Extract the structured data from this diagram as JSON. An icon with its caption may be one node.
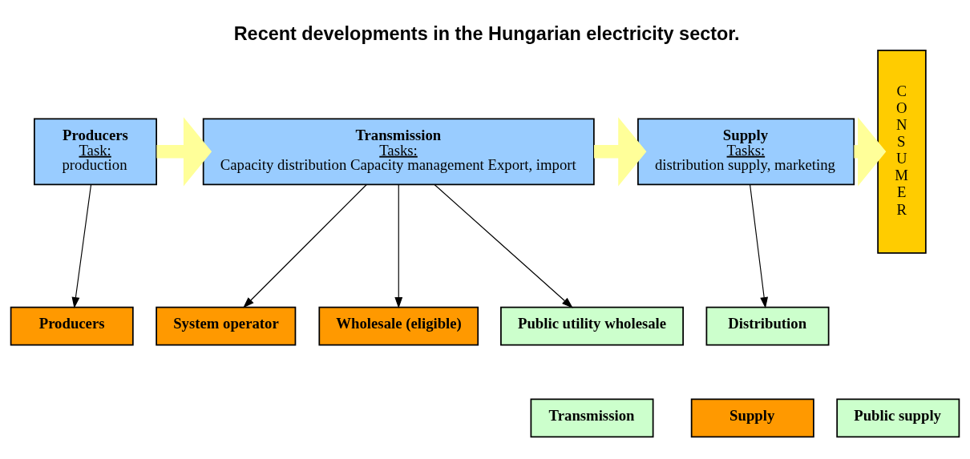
{
  "diagram": {
    "title": "Recent developments in the Hungarian electricity sector.",
    "nodes": [
      {
        "text": [
          "Producers",
          "Task:",
          "production"
        ]
      },
      {
        "text": [
          "Transmission",
          "Tasks:",
          "Capacity distribution Capacity management Export, import"
        ]
      },
      {
        "text": [
          "Supply",
          "Tasks:",
          "distribution supply, marketing"
        ]
      },
      {
        "text": [
          "CONSUMER"
        ]
      },
      {
        "text": [
          "Producers"
        ]
      },
      {
        "text": [
          "System operator"
        ]
      },
      {
        "text": [
          "Wholesale (eligible)"
        ]
      },
      {
        "text": [
          "Public utility wholesale"
        ]
      },
      {
        "text": [
          "Transmission"
        ]
      },
      {
        "text": [
          "Distribution"
        ]
      },
      {
        "text": [
          "Supply"
        ]
      },
      {
        "text": [
          "Public supply"
        ]
      }
    ],
    "edges": [
      {
        "from": 0,
        "to": 1,
        "arrow": "to",
        "style": "thick",
        "color": "#ffff99"
      },
      {
        "from": 1,
        "to": 2,
        "arrow": "to",
        "style": "thick",
        "color": "#ffff99"
      },
      {
        "from": 2,
        "to": 3,
        "arrow": "to",
        "style": "thick",
        "color": "#ffff99"
      },
      {
        "from": 0,
        "to": 4,
        "arrow": "to"
      },
      {
        "from": 1,
        "to": 5,
        "arrow": "to"
      },
      {
        "from": 1,
        "to": 6,
        "arrow": "to"
      },
      {
        "from": 1,
        "to": 7,
        "arrow": "to"
      },
      {
        "from": 2,
        "to": 9,
        "arrow": "to"
      }
    ]
  }
}
